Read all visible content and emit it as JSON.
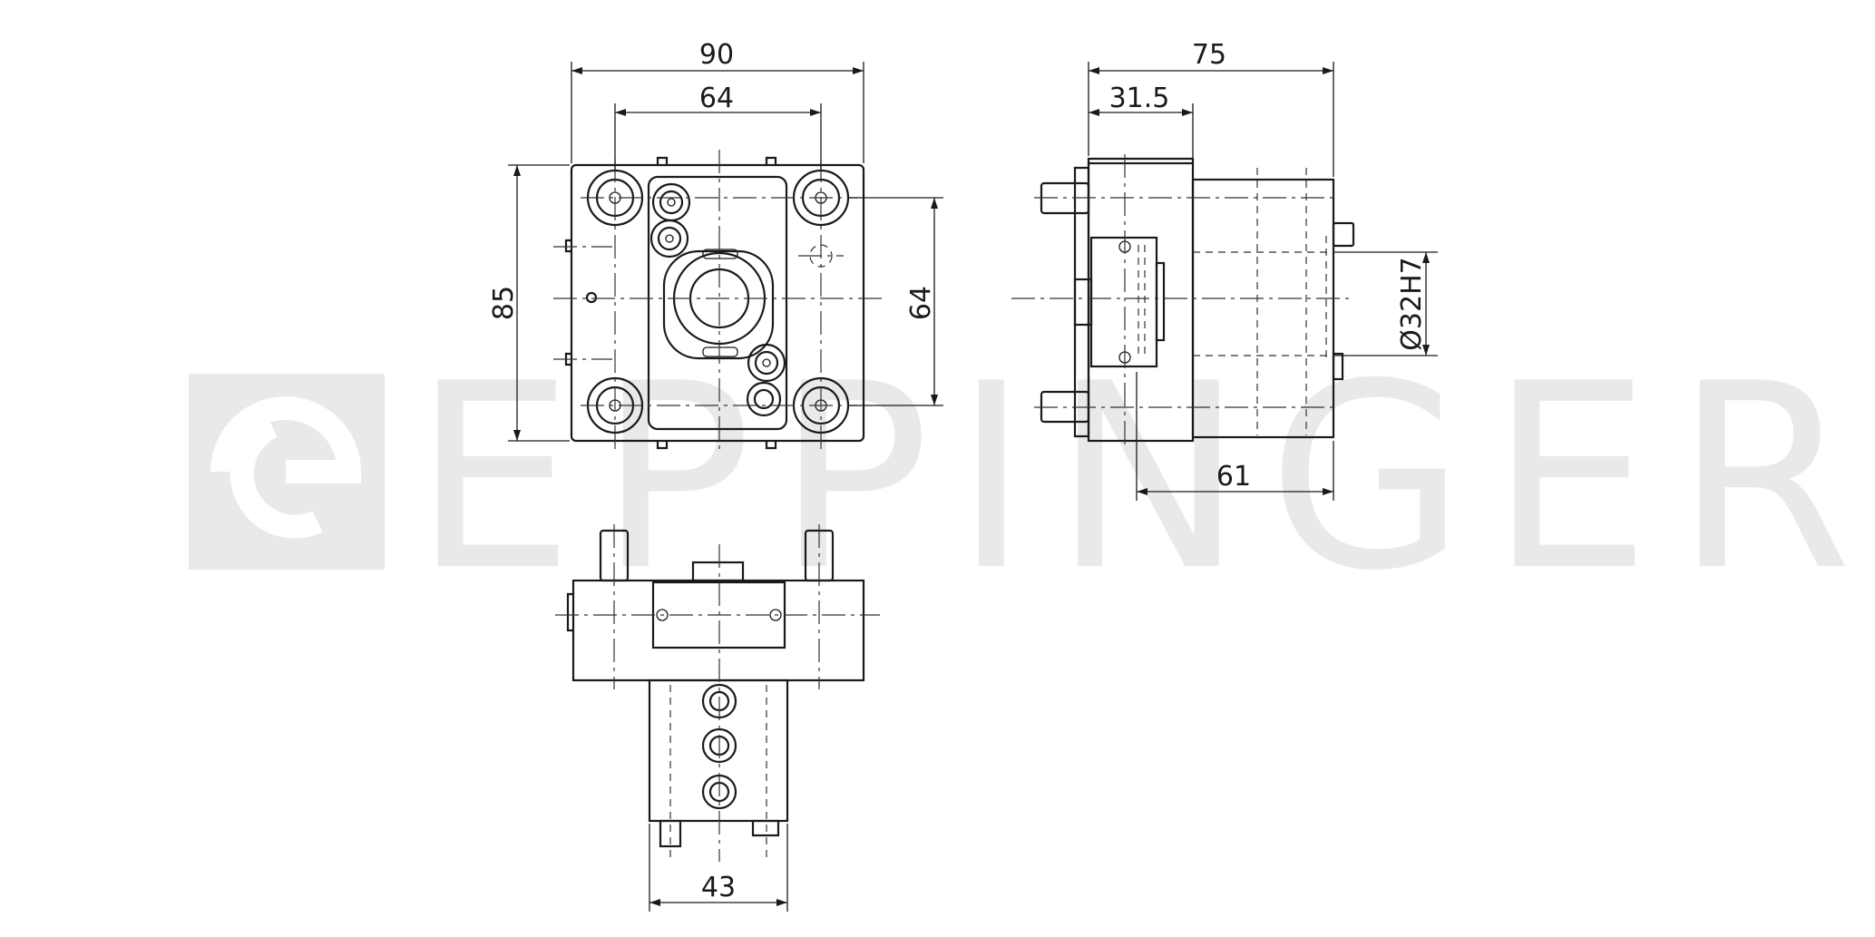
{
  "watermark": {
    "brand": "EPPINGER"
  },
  "dimensions": {
    "front_width": "90",
    "front_bolt_spacing_h": "64",
    "front_height": "85",
    "front_bolt_spacing_v": "64",
    "side_overall_length": "75",
    "side_flange_thickness": "31.5",
    "side_bore": "Ø32H7",
    "side_body_length": "61",
    "top_shank_width": "43"
  }
}
